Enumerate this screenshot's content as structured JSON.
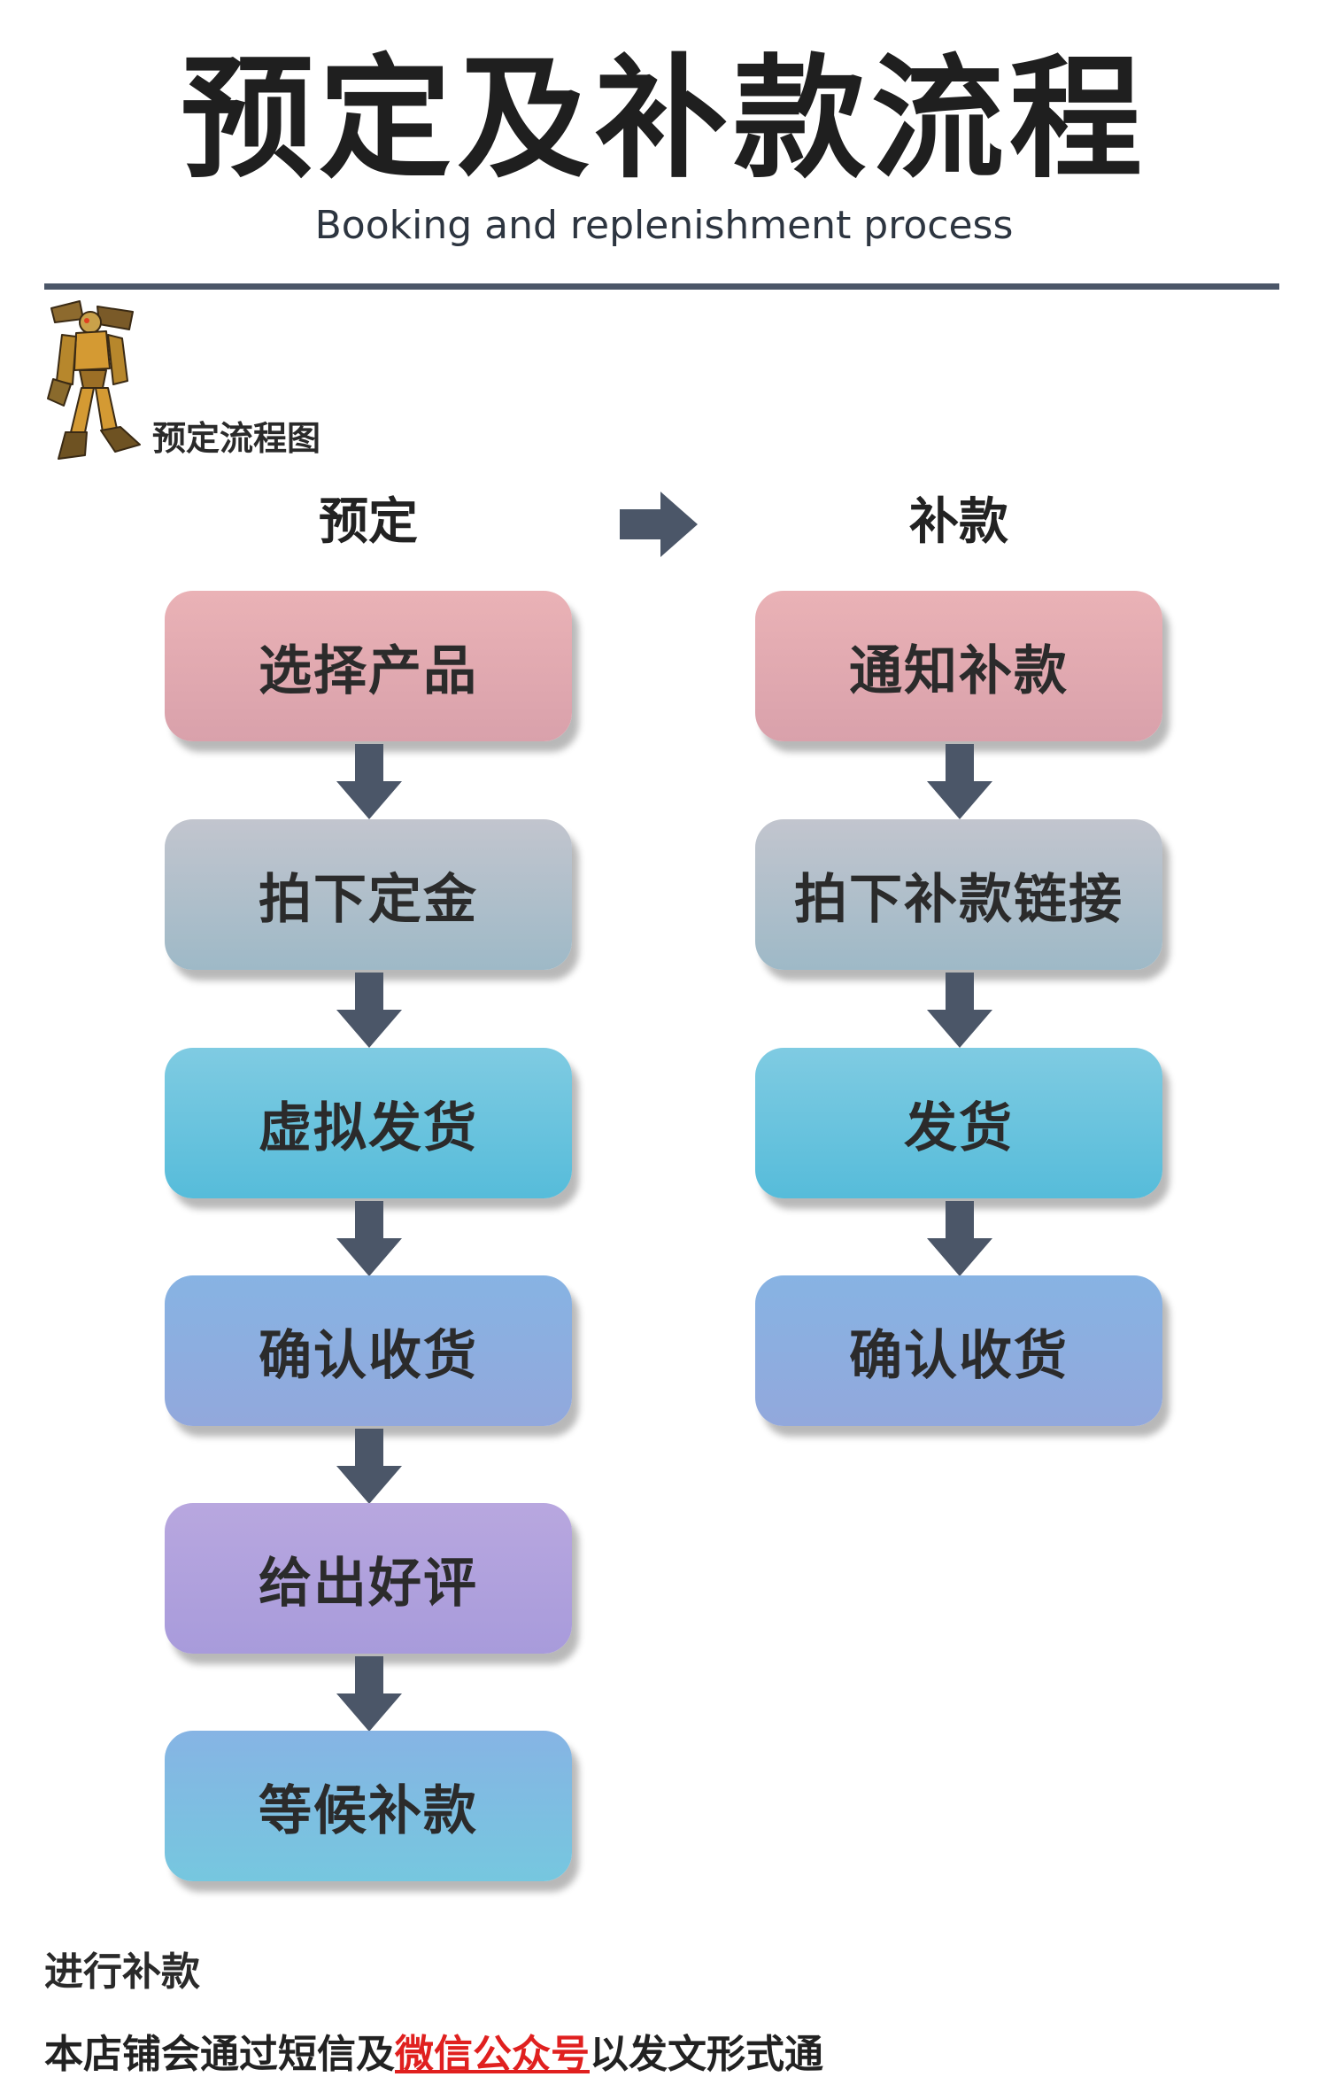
{
  "header": {
    "title": "预定及补款流程",
    "subtitle": "Booking and replenishment process"
  },
  "section": {
    "label": "预定流程图"
  },
  "columns": {
    "booking": {
      "title": "预定",
      "steps": [
        "选择产品",
        "拍下定金",
        "虚拟发货",
        "确认收货",
        "给出好评",
        "等候补款"
      ]
    },
    "replenish": {
      "title": "补款",
      "steps": [
        "通知补款",
        "拍下补款链接",
        "发货",
        "确认收货"
      ]
    }
  },
  "footer": {
    "heading": "进行补款",
    "text_before": "本店铺会通过短信及",
    "text_highlight": "微信公众号",
    "text_after": "以发文形式通"
  },
  "colors": {
    "arrow": "#4b5668",
    "divider": "#4b5668",
    "highlight": "#e0201f"
  }
}
